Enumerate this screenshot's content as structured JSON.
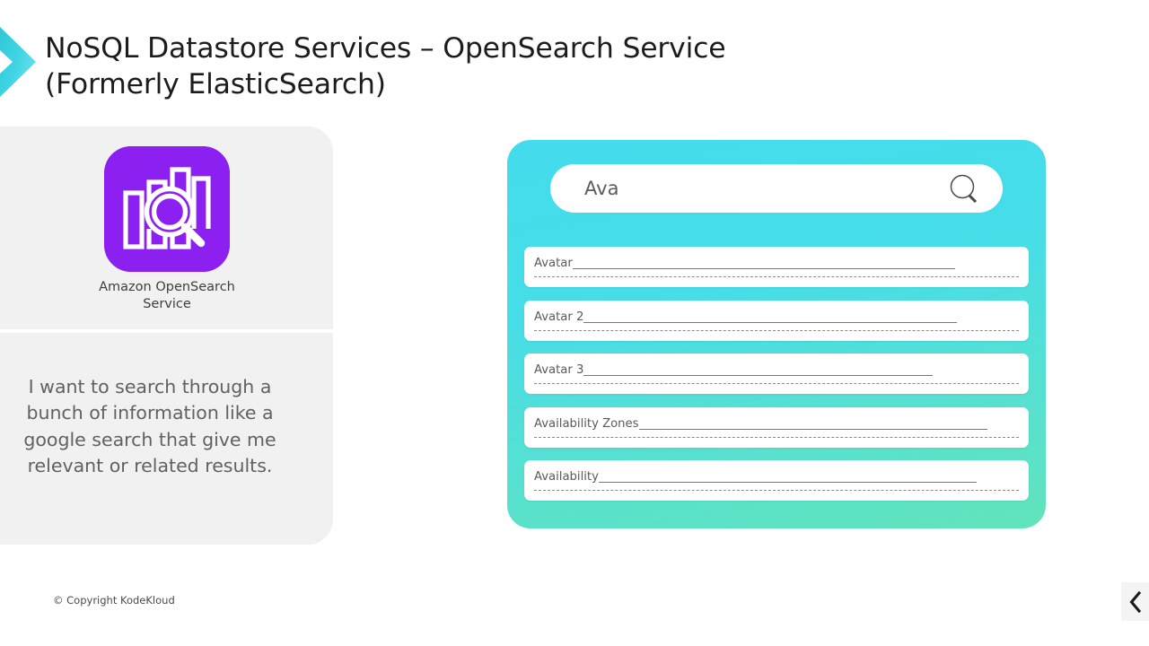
{
  "slide": {
    "title": "NoSQL Datastore Services – OpenSearch Service\n(Formerly ElasticSearch)",
    "copyright": "© Copyright KodeKloud"
  },
  "left_panel": {
    "service": {
      "icon_name": "amazon-opensearch-service-icon",
      "label": "Amazon OpenSearch\nService",
      "icon_color": "#8c20f0"
    },
    "quote": "I want to search through a bunch of information like a google search that give me relevant or related results."
  },
  "search_demo": {
    "panel_gradient_start": "#44dcec",
    "panel_gradient_end": "#61e4bb",
    "search": {
      "value": "Ava",
      "placeholder": "Search",
      "icon_name": "search-icon"
    },
    "results": [
      {
        "label": "Avatar",
        "solid_width_pct": 79
      },
      {
        "label": "Avatar 2",
        "solid_width_pct": 77
      },
      {
        "label": "Avatar 3",
        "solid_width_pct": 72
      },
      {
        "label": "Availability Zones",
        "solid_width_pct": 72
      },
      {
        "label": "Availability",
        "solid_width_pct": 78
      }
    ]
  },
  "navigation": {
    "previous_icon": "chevron-left-icon"
  }
}
